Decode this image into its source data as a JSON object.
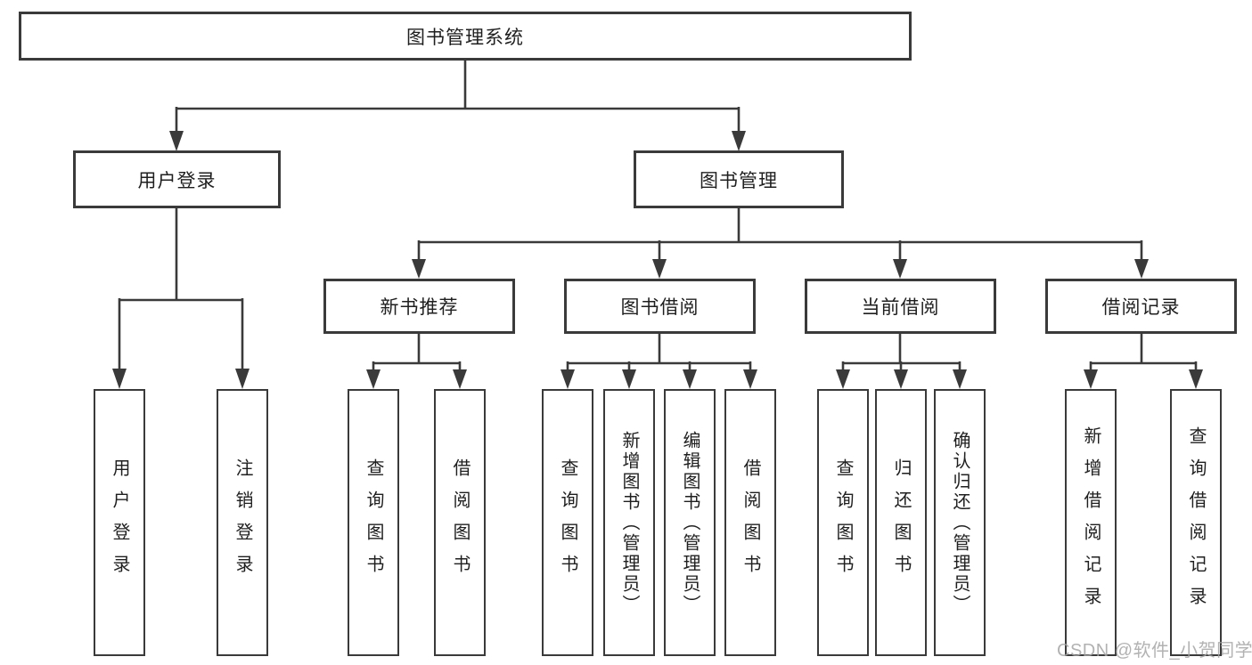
{
  "diagram": {
    "root": {
      "label": "图书管理系统",
      "children": [
        {
          "label": "用户登录",
          "children": [
            {
              "label": "用户登录"
            },
            {
              "label": "注销登录"
            }
          ]
        },
        {
          "label": "图书管理",
          "children": [
            {
              "label": "新书推荐",
              "children": [
                {
                  "label": "查询图书"
                },
                {
                  "label": "借阅图书"
                }
              ]
            },
            {
              "label": "图书借阅",
              "children": [
                {
                  "label": "查询图书"
                },
                {
                  "label": "新增图书（管理员）"
                },
                {
                  "label": "编辑图书（管理员）"
                },
                {
                  "label": "借阅图书"
                }
              ]
            },
            {
              "label": "当前借阅",
              "children": [
                {
                  "label": "查询图书"
                },
                {
                  "label": "归还图书"
                },
                {
                  "label": "确认归还（管理员）"
                }
              ]
            },
            {
              "label": "借阅记录",
              "children": [
                {
                  "label": "新增借阅记录"
                },
                {
                  "label": "查询借阅记录"
                }
              ]
            }
          ]
        }
      ]
    }
  },
  "watermark": {
    "text": "CSDN @软件_小贺同学"
  },
  "colors": {
    "line": "#3a3a3a",
    "box_border": "#3a3a3a",
    "text": "#1f1f1f",
    "watermark": "#a5a5a5",
    "background": "#ffffff"
  }
}
